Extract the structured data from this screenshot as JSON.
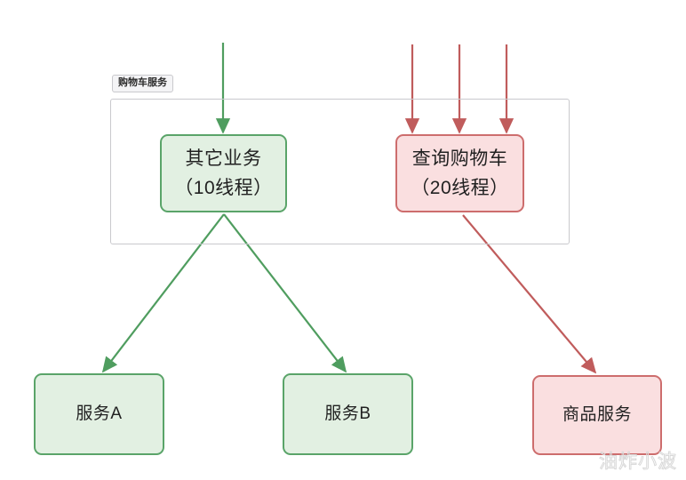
{
  "diagram": {
    "background_color": "#ffffff",
    "group": {
      "label": "购物车服务",
      "border_color": "#c9c9cd"
    },
    "colors": {
      "green_fill": "#e2f0e2",
      "green_stroke": "#5aa469",
      "red_fill": "#fadfe0",
      "red_stroke": "#cd6d6d",
      "text": "#212121",
      "watermark": "#d8d8d8"
    },
    "nodes": [
      {
        "id": "other-business",
        "line1": "其它业务",
        "line2": "（10线程）",
        "style": "green"
      },
      {
        "id": "query-cart",
        "line1": "查询购物车",
        "line2": "（20线程）",
        "style": "red"
      },
      {
        "id": "service-a",
        "line1": "服务A",
        "style": "green"
      },
      {
        "id": "service-b",
        "line1": "服务B",
        "style": "green"
      },
      {
        "id": "product-service",
        "line1": "商品服务",
        "style": "red"
      }
    ],
    "incoming_arrows": {
      "green_count": 1,
      "red_count": 3
    },
    "edges": [
      {
        "from": "other-business",
        "to": "service-a",
        "color": "#4f9d5f"
      },
      {
        "from": "other-business",
        "to": "service-b",
        "color": "#4f9d5f"
      },
      {
        "from": "query-cart",
        "to": "product-service",
        "color": "#c05c5c"
      }
    ],
    "watermark": "油炸小波"
  }
}
